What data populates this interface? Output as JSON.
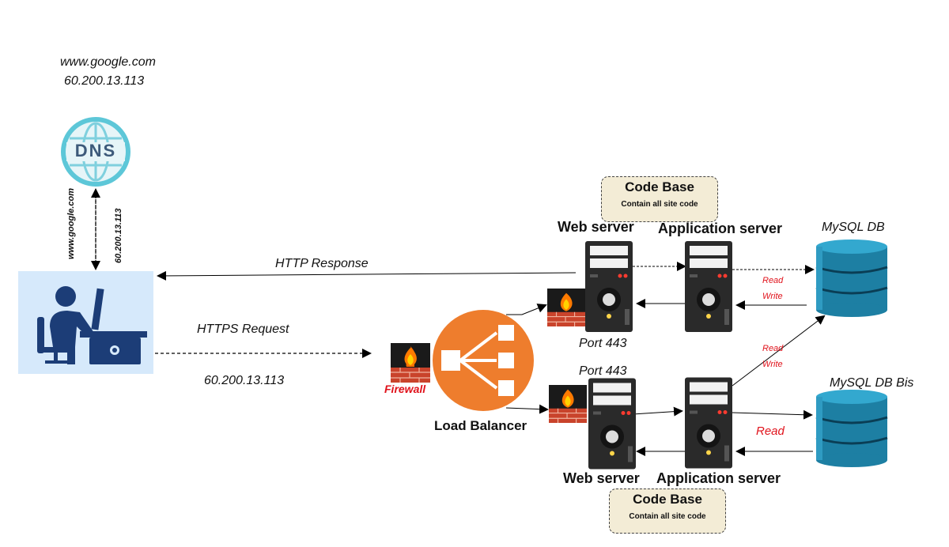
{
  "dns": {
    "domain": "www.google.com",
    "ip": "60.200.13.113",
    "icon_text": "DNS",
    "query_domain": "www.google.com",
    "query_ip": "60.200.13.113"
  },
  "client": {
    "response_label": "HTTP Response",
    "request_label": "HTTPS Request",
    "request_ip": "60.200.13.113"
  },
  "load_balancer": {
    "label": "Load Balancer",
    "firewall_label": "Firewall",
    "color": "#ee7d2d"
  },
  "servers": {
    "top": {
      "web_label": "Web server",
      "app_label": "Application server",
      "port_label": "Port 443",
      "code_base_title": "Code Base",
      "code_base_sub": "Contain all site code"
    },
    "bottom": {
      "web_label": "Web server",
      "app_label": "Application server",
      "port_label": "Port 443",
      "code_base_title": "Code Base",
      "code_base_sub": "Contain all site code"
    }
  },
  "databases": {
    "primary": {
      "label": "MySQL DB",
      "read": "Read",
      "write": "Write"
    },
    "replica_link": {
      "read": "Read",
      "write": "Write"
    },
    "secondary": {
      "label": "MySQL DB Bis",
      "read": "Read"
    }
  },
  "colors": {
    "accent_red": "#e0121b",
    "db_blue": "#1d7fa3",
    "client_bg": "#d6e9fb",
    "code_box_bg": "#f3ecd6"
  }
}
